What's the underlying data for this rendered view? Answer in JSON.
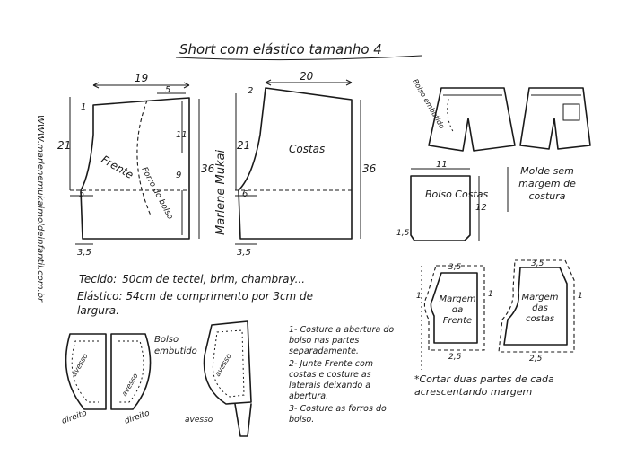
{
  "title": "Short com elástico tamanho 4",
  "website": "WWW.marlenemukaimoldeinfantil.com.br",
  "signature": "Marlene Mukai",
  "front_piece": {
    "label": "Frente",
    "pocket_lining_label": "Forro do bolso",
    "width": "19",
    "waist_rise": "5",
    "top_offset": "1",
    "side_height": "11",
    "total_height": "36",
    "crotch_height": "21",
    "leg_height": "9",
    "crotch_ext": "5",
    "hem_ext": "3,5"
  },
  "back_piece": {
    "label": "Costas",
    "width": "20",
    "top_offset": "2",
    "total_height": "36",
    "crotch_height": "21",
    "crotch_ext": "6",
    "hem_ext": "3,5"
  },
  "illustration": {
    "pocket_label": "Bolso embutido"
  },
  "back_pocket": {
    "label": "Bolso Costas",
    "width": "11",
    "height": "12",
    "corner": "1,5"
  },
  "no_margin_note": "Molde sem margem de costura",
  "fabric": {
    "label": "Tecido:",
    "text": "50cm de tectel, brim, chambray..."
  },
  "elastic": {
    "label": "Elástico:",
    "text": "54cm de comprimento por 3cm de largura."
  },
  "pocket_diagram": {
    "label": "Bolso embutido",
    "avesso": "avesso",
    "direito": "direito"
  },
  "instructions": [
    "1- Costure a abertura do bolso nas partes separadamente.",
    "2- Junte Frente com costas e costure as laterais deixando a abertura.",
    "3- Costure as forros do bolso."
  ],
  "facings": {
    "front_label": "Margem da Frente",
    "back_label": "Margem das costas",
    "top": "3,5",
    "bottom": "2,5",
    "side": "1"
  },
  "cut_note": "*Cortar duas partes de cada acrescentando margem"
}
